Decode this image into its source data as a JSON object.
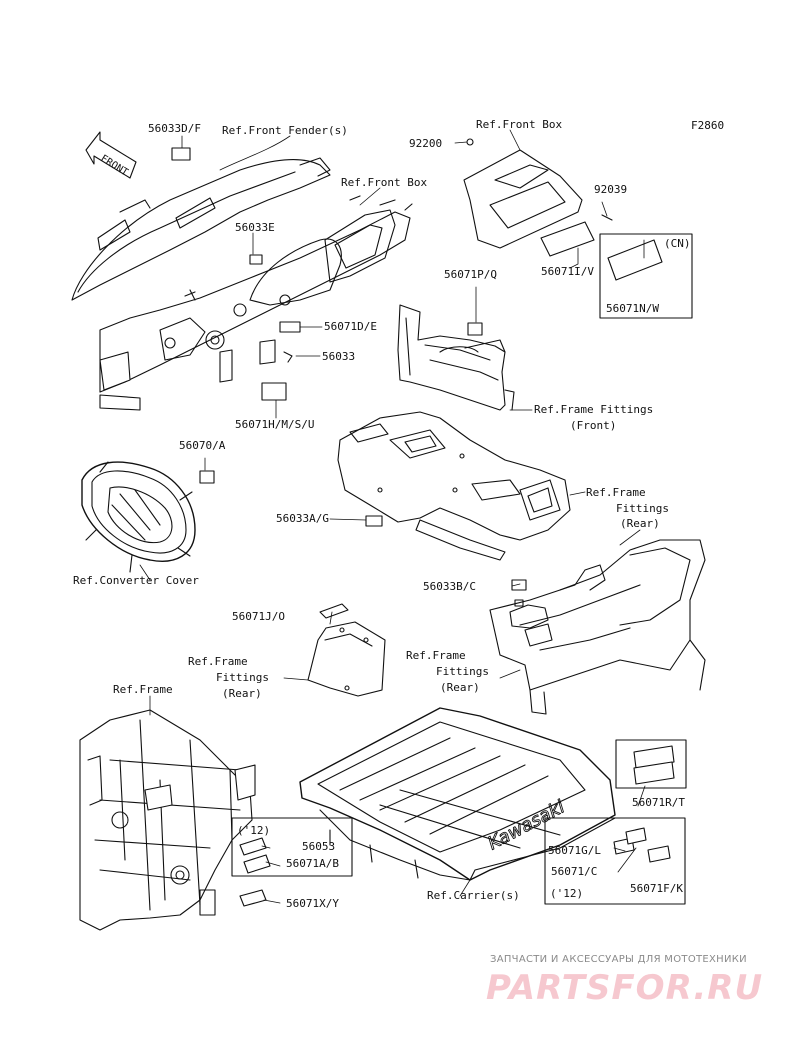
{
  "figure_code": "F2860",
  "labels": {
    "l_56033df": "56033D/F",
    "l_front_fender": "Ref.Front Fender(s)",
    "l_front_box_top": "Ref.Front Box",
    "l_92200": "92200",
    "l_front_box_mid": "Ref.Front Box",
    "l_92039": "92039",
    "l_56033e": "56033E",
    "l_cn": "(CN)",
    "l_56071iv": "56071I/V",
    "l_56071nw": "56071N/W",
    "l_56071pq": "56071P/Q",
    "l_56071de": "56071D/E",
    "l_56033": "56033",
    "l_frame_fittings_front_1": "Ref.Frame Fittings",
    "l_frame_fittings_front_2": "(Front)",
    "l_56071hmsu": "56071H/M/S/U",
    "l_56070a": "56070/A",
    "l_frame_fittings_rear_a1": "Ref.Frame",
    "l_frame_fittings_rear_a2": "Fittings",
    "l_frame_fittings_rear_a3": "(Rear)",
    "l_56033ag": "56033A/G",
    "l_converter_cover": "Ref.Converter Cover",
    "l_56033bc": "56033B/C",
    "l_56071jo": "56071J/O",
    "l_frame_fittings_rear_b1": "Ref.Frame",
    "l_frame_fittings_rear_b2": "Fittings",
    "l_frame_fittings_rear_b3": "(Rear)",
    "l_frame_fittings_rear_c1": "Ref.Frame",
    "l_frame_fittings_rear_c2": "Fittings",
    "l_frame_fittings_rear_c3": "(Rear)",
    "l_ref_frame": "Ref.Frame",
    "l_56071rt": "56071R/T",
    "l_year12_a": "('12)",
    "l_56053": "56053",
    "l_56071ab": "56071A/B",
    "l_56071gl": "56071G/L",
    "l_56071c": "56071/C",
    "l_56071fk": "56071F/K",
    "l_year12_b": "('12)",
    "l_56071xy": "56071X/Y",
    "l_carriers": "Ref.Carrier(s)"
  },
  "front_arrow": "FRONT",
  "bed_brand": "Kawasaki",
  "watermark": {
    "tagline": "ЗАПЧАСТИ И АКСЕССУАРЫ ДЛЯ МОТОТЕХНИКИ",
    "logo": "PARTSFOR.RU"
  }
}
